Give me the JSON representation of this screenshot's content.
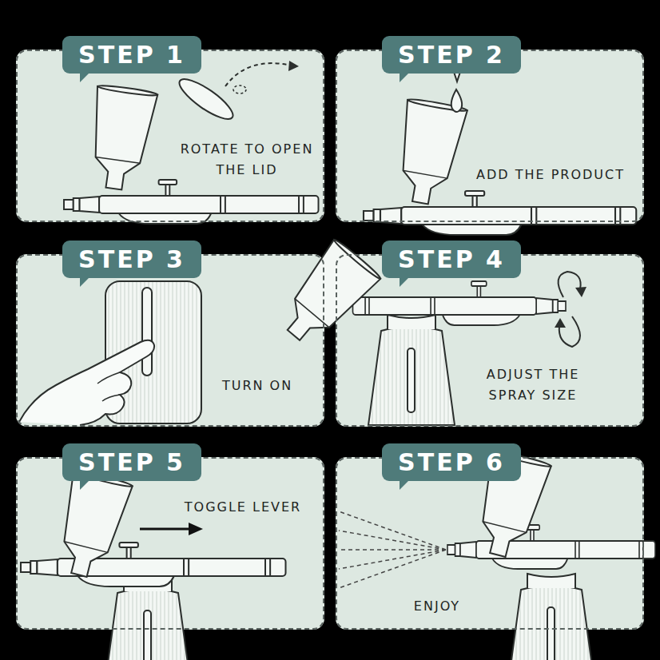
{
  "diagram": {
    "nodes": [
      {
        "text": [
          "ROTATE TO OPEN THE LID"
        ]
      },
      {
        "text": [
          "STEP 1"
        ],
        "in": 0
      },
      {
        "text": [
          "ADD THE PRODUCT"
        ]
      },
      {
        "text": [
          "STEP 2"
        ],
        "in": 2
      },
      {
        "text": [
          "TURN ON"
        ]
      },
      {
        "text": [
          "STEP 3"
        ],
        "in": 4
      },
      {
        "text": [
          "ADJUST THE SPRAY SIZE"
        ]
      },
      {
        "text": [
          "STEP 4"
        ],
        "in": 6
      },
      {
        "text": [
          "TOGGLE LEVER"
        ]
      },
      {
        "text": [
          "STEP 5"
        ],
        "in": 8
      },
      {
        "text": [
          "ENJOY"
        ]
      },
      {
        "text": [
          "STEP 6"
        ],
        "in": 10
      }
    ]
  }
}
